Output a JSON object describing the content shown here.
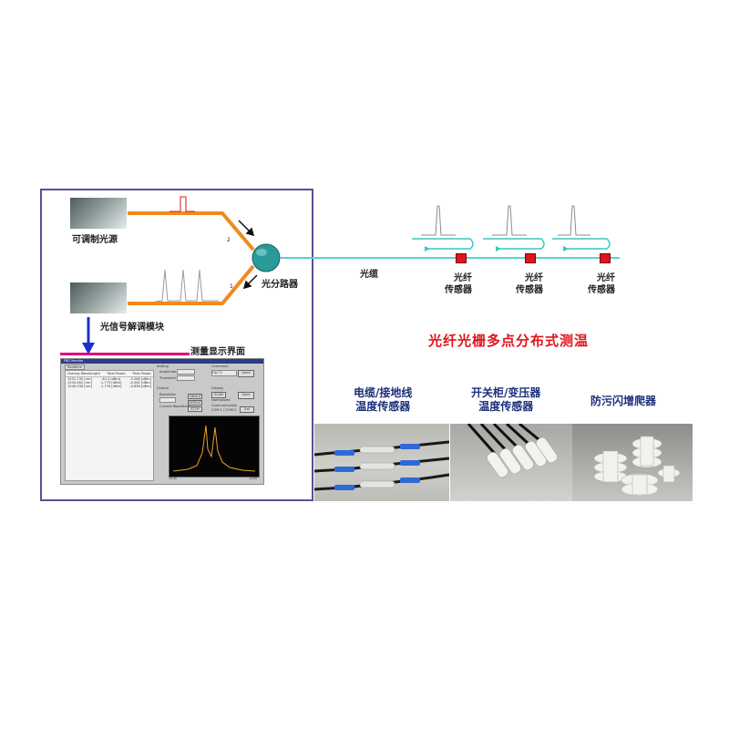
{
  "system": {
    "light_source": "可调制光源",
    "demodulator": "光信号解调模块",
    "splitter": "光分路器",
    "cable": "光缆",
    "display_caption": "测量显示界面",
    "title": "光纤光栅多点分布式测温",
    "sensor_label_line1": "光纤",
    "sensor_label_line2": "传感器"
  },
  "categories": [
    {
      "line1": "电缆/接地线",
      "line2": "温度传感器"
    },
    {
      "line1": "开关柜/变压器",
      "line2": "温度传感器"
    },
    {
      "line1": "防污闪增爬器",
      "line2": ""
    }
  ],
  "software": {
    "window_title": "FBG Monitor",
    "tab": "Realtime",
    "col_headers": [
      "Grating Wavelength",
      "Total Power",
      "Peak Power"
    ],
    "rows": [
      [
        "1531.130 [nm]",
        "-30.2 [dBm]",
        "-3.286 [dBm]"
      ],
      [
        "1535.462 [nm]",
        "-1.779 [dBm]",
        "-4.562 [dBm]"
      ],
      [
        "1540.038 [nm]",
        "-1.778 [dBm]",
        "-4.858 [dBm]"
      ]
    ],
    "setting_label": "Setting",
    "amplitude_label": "Amplitude",
    "threshold_label": "Threshold",
    "command_label": "Command",
    "command_value": "Fig (?)",
    "send_button": "Send",
    "control_label": "Control",
    "repetition_label": "Repetition",
    "current_repetition_label": "Current Repetition",
    "single_button": "SINGLE",
    "repeat_button": "REPEAT",
    "stop_button": "STOP",
    "display_label": "Display",
    "scan_button": "SCAN",
    "normalize_label": "Normalized",
    "save_button": "Save",
    "communication_label": "Communication",
    "com_options": "COM 1 / COM 2",
    "set_button": "Set",
    "plot_x_start": "1530",
    "plot_x_end": "1545"
  },
  "colors": {
    "frame": "#5a4f96",
    "source_fiber": "#f08a1e",
    "cable_fiber": "#4fd6d0",
    "sensor": "#e0141b",
    "title_text": "#e0141b",
    "category_text": "#1c2f7a",
    "arrow": "#1b2fd0",
    "magenta_bar": "#e0007a",
    "splitter": "#2a9a98"
  }
}
